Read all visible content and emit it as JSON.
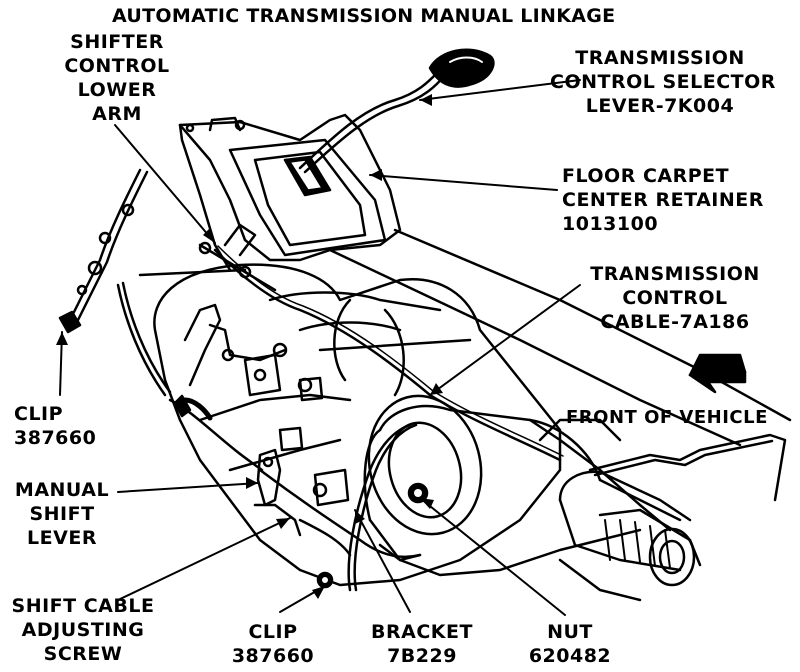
{
  "title": "AUTOMATIC TRANSMISSION MANUAL LINKAGE",
  "labels": {
    "shifter_control_lower_arm": [
      "SHIFTER",
      "CONTROL",
      "LOWER",
      "ARM"
    ],
    "transmission_control_selector_lever": [
      "TRANSMISSION",
      "CONTROL SELECTOR",
      "LEVER-7K004"
    ],
    "floor_carpet_center_retainer": [
      "FLOOR CARPET",
      "CENTER RETAINER",
      "1013100"
    ],
    "transmission_control_cable": [
      "TRANSMISSION",
      "CONTROL",
      "CABLE-7A186"
    ],
    "front_of_vehicle": "FRONT OF VEHICLE",
    "clip_upper": [
      "CLIP",
      "387660"
    ],
    "manual_shift_lever": [
      "MANUAL",
      "SHIFT",
      "LEVER"
    ],
    "shift_cable_adjusting_screw": [
      "SHIFT CABLE",
      "ADJUSTING",
      "SCREW"
    ],
    "clip_lower": [
      "CLIP",
      "387660"
    ],
    "bracket": [
      "BRACKET",
      "7B229"
    ],
    "nut": [
      "NUT",
      "620482"
    ]
  },
  "colors": {
    "ink": "#000000",
    "paper": "#ffffff"
  }
}
